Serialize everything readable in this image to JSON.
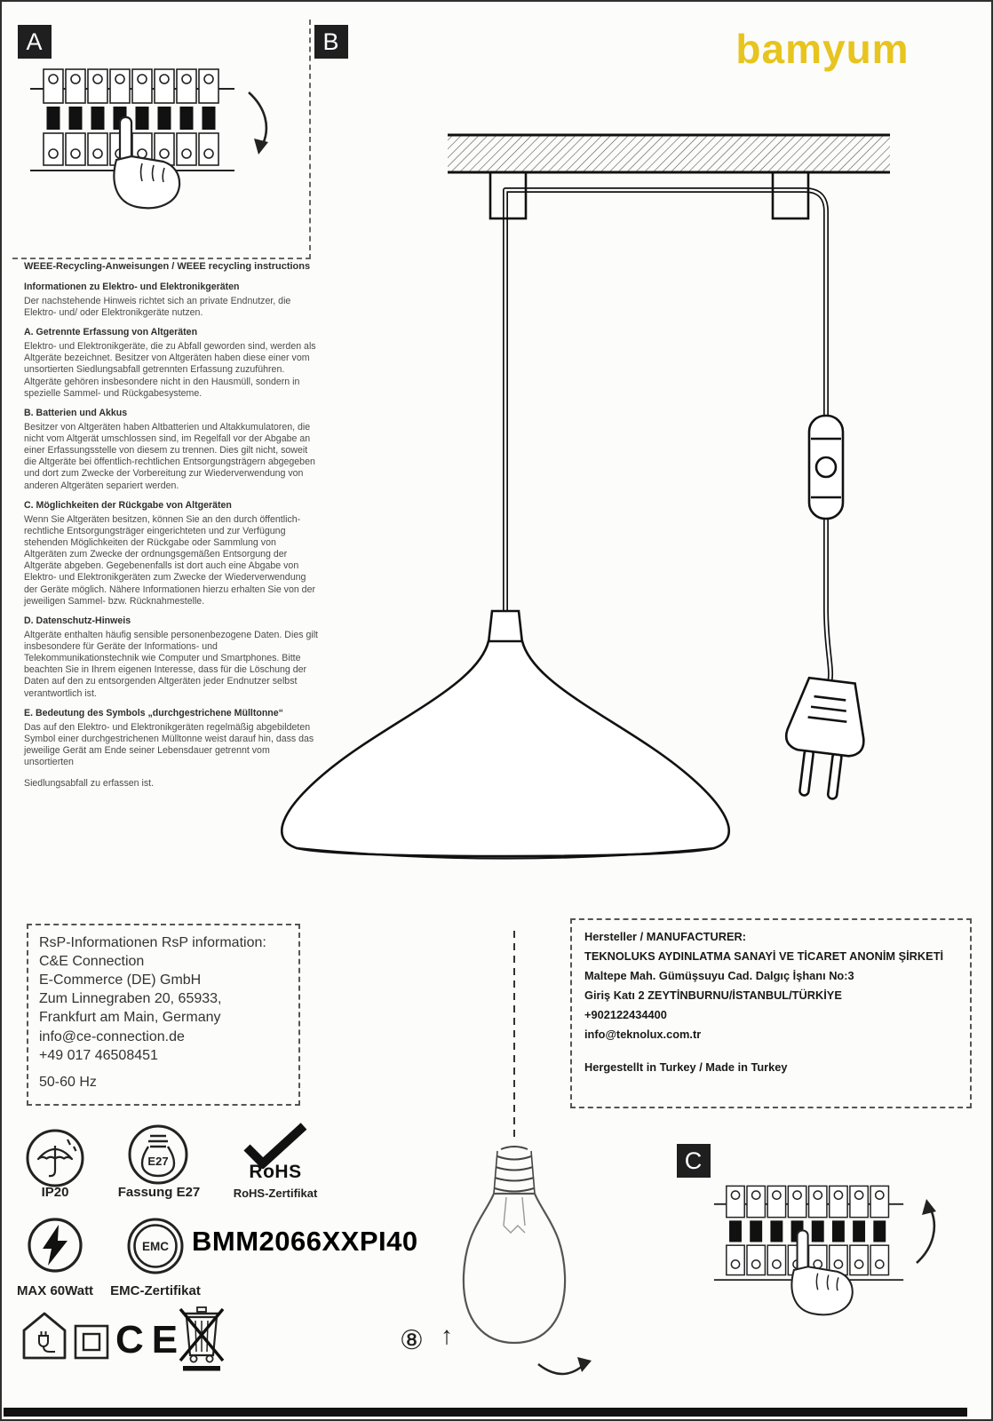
{
  "brand": {
    "logo": "bamyum",
    "logo_color": "#e7c41e"
  },
  "section_labels": {
    "a": "A",
    "b": "B",
    "c": "C"
  },
  "weee": {
    "title": "WEEE-Recycling-Anweisungen / WEEE recycling instructions",
    "subtitle": "Informationen zu Elektro- und Elektronikgeräten",
    "intro": "Der nachstehende Hinweis richtet sich an private Endnutzer, die Elektro- und/ oder Elektronikgeräte nutzen.",
    "sections": [
      {
        "heading": "A. Getrennte Erfassung von Altgeräten",
        "body": "Elektro- und Elektronikgeräte, die zu Abfall geworden sind, werden als Altgeräte bezeichnet. Besitzer von Altgeräten haben diese einer vom unsortierten Siedlungsabfall getrennten Erfassung zuzuführen. Altgeräte gehören insbesondere nicht in den Hausmüll, sondern in spezielle Sammel- und Rückgabesysteme."
      },
      {
        "heading": "B. Batterien und Akkus",
        "body": "Besitzer von Altgeräten haben Altbatterien und Altakkumulatoren, die nicht vom Altgerät umschlossen sind, im Regelfall vor der Abgabe an einer Erfassungsstelle von diesem zu trennen. Dies gilt nicht, soweit die Altgeräte bei öffentlich-rechtlichen Entsorgungsträgern abgegeben und dort zum Zwecke der Vorbereitung zur Wiederverwendung von anderen Altgeräten separiert werden."
      },
      {
        "heading": "C. Möglichkeiten der Rückgabe von Altgeräten",
        "body": "Wenn Sie Altgeräten besitzen, können Sie an den durch öffentlich-rechtliche Entsorgungsträger eingerichteten und zur Verfügung stehenden Möglichkeiten der Rückgabe oder Sammlung von Altgeräten zum Zwecke der ordnungsgemäßen Entsorgung der Altgeräte abgeben. Gegebenenfalls ist dort auch eine Abgabe von Elektro- und Elektronikgeräten zum Zwecke der Wiederverwendung der Geräte möglich. Nähere Informationen hierzu erhalten Sie von der jeweiligen Sammel- bzw. Rücknahmestelle."
      },
      {
        "heading": "D. Datenschutz-Hinweis",
        "body": "Altgeräte enthalten häufig sensible personenbezogene Daten. Dies gilt insbesondere für Geräte der Informations- und Telekommunikationstechnik wie Computer und Smartphones. Bitte beachten Sie in Ihrem eigenen Interesse, dass für die Löschung der Daten auf den zu entsorgenden Altgeräten jeder Endnutzer selbst verantwortlich ist."
      },
      {
        "heading": "E. Bedeutung des Symbols „durchgestrichene Mülltonne“",
        "body": "Das auf den Elektro- und Elektronikgeräten regelmäßig abgebildeten Symbol einer durchgestrichenen Mülltonne weist darauf hin, dass das jeweilige Gerät am Ende seiner Lebensdauer getrennt vom unsortierten"
      }
    ],
    "footer": "Siedlungsabfall zu erfassen ist."
  },
  "rsp_box": {
    "title": "RsP-Informationen RsP information:",
    "lines": [
      "C&E Connection",
      "E-Commerce (DE) GmbH",
      "Zum Linnegraben 20, 65933,",
      "Frankfurt am Main, Germany",
      "info@ce-connection.de",
      "+49 017 46508451"
    ],
    "footer": "50-60 Hz"
  },
  "manufacturer_box": {
    "title": "Hersteller / MANUFACTURER:",
    "lines": [
      "TEKNOLUKS AYDINLATMA SANAYİ VE TİCARET ANONİM ŞİRKETİ",
      "Maltepe Mah. Gümüşsuyu Cad. Dalgıç İşhanı No:3",
      "Giriş Katı 2 ZEYTİNBURNU/İSTANBUL/TÜRKİYE",
      "+902122434400",
      "info@teknolux.com.tr"
    ],
    "footer": "Hergestellt in Turkey / Made in Turkey"
  },
  "certs": {
    "ip": "IP20",
    "socket_label": "Fassung E27",
    "socket_text": "E27",
    "rohs": "RoHS",
    "rohs_cert": "RoHS-Zertifikat",
    "max_watt": "MAX 60Watt",
    "emc": "EMC",
    "emc_cert": "EMC-Zertifikat",
    "model": "BMM2066XXPI40",
    "ce": "CE"
  },
  "bulb": {
    "step": "⑧",
    "up_arrow": "↑"
  }
}
